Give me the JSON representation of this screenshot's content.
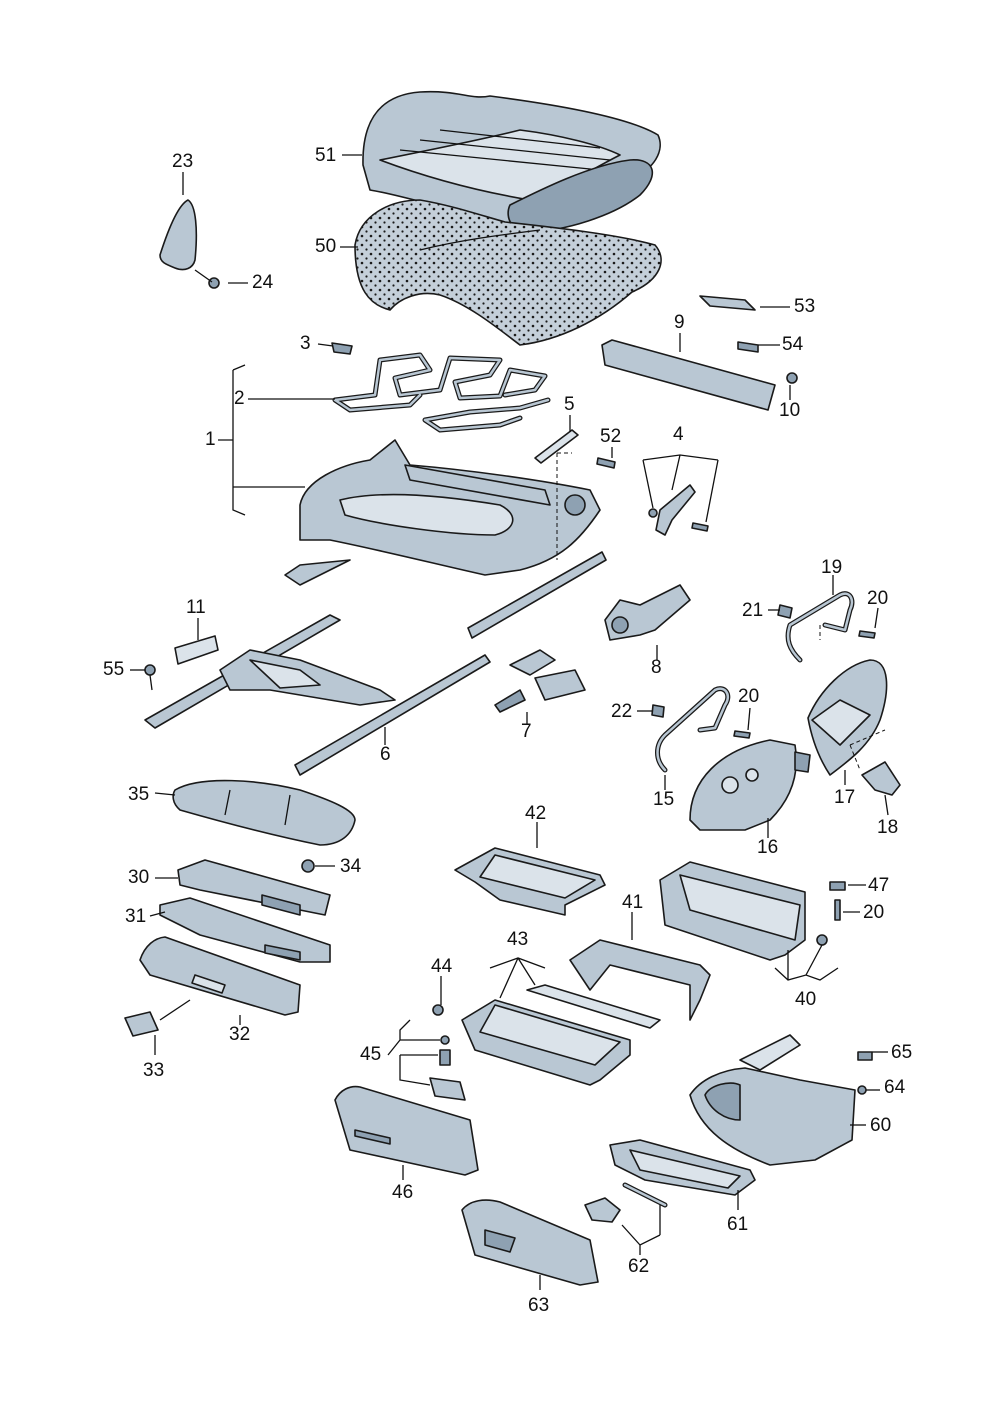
{
  "diagram": {
    "background": "#ffffff",
    "part_color": "#b9c7d3",
    "callouts": [
      "51",
      "23",
      "50",
      "24",
      "53",
      "3",
      "9",
      "54",
      "2",
      "5",
      "1",
      "52",
      "10",
      "4",
      "19",
      "11",
      "20",
      "21",
      "55",
      "8",
      "20",
      "22",
      "6",
      "7",
      "35",
      "15",
      "17",
      "16",
      "18",
      "42",
      "34",
      "30",
      "47",
      "41",
      "20",
      "31",
      "43",
      "40",
      "44",
      "32",
      "45",
      "65",
      "64",
      "33",
      "60",
      "46",
      "61",
      "62",
      "63"
    ]
  }
}
